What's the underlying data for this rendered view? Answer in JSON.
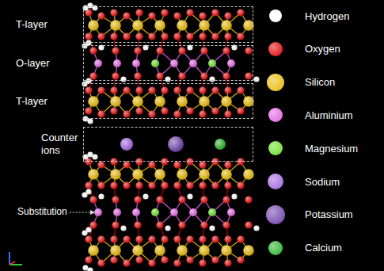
{
  "diagram": {
    "nodes": [
      {
        "text": [
          "T-layer"
        ]
      },
      {
        "text": [
          "O-layer"
        ]
      },
      {
        "text": [
          "T-layer"
        ]
      },
      {
        "text": [
          "Counter ions"
        ]
      }
    ],
    "labels": [
      "Substitution"
    ],
    "legend": [
      {
        "text": "Hydrogen",
        "color": "#ffffff"
      },
      {
        "text": "Oxygen",
        "color": "#e00000"
      },
      {
        "text": "Silicon",
        "color": "#e8b800"
      },
      {
        "text": "Aluminium",
        "color": "#e060e0"
      },
      {
        "text": "Magnesium",
        "color": "#66dd22"
      },
      {
        "text": "Sodium",
        "color": "#a060e0"
      },
      {
        "text": "Potassium",
        "color": "#6a3aa8"
      },
      {
        "text": "Calcium",
        "color": "#22b022"
      }
    ]
  }
}
